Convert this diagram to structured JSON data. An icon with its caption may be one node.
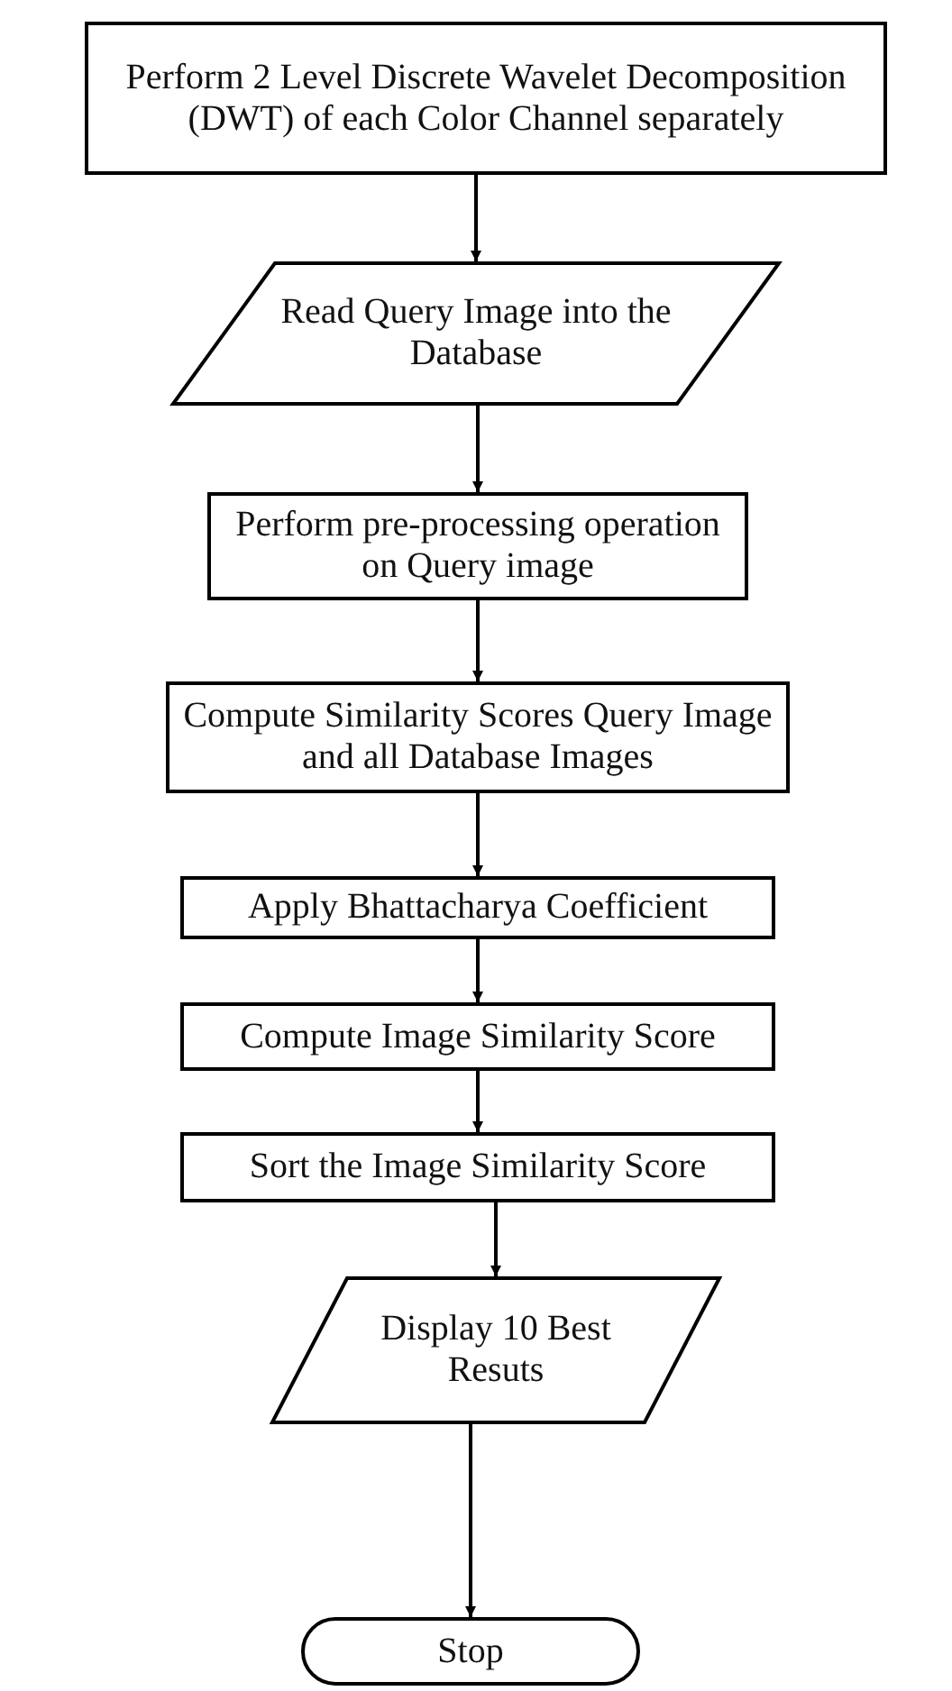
{
  "diagram": {
    "nodes": [
      {
        "text": [
          "Perform 2 Level Discrete Wavelet Decomposition (DWT) of each Color Channel separately"
        ]
      },
      {
        "text": [
          "Read Query Image into the Database"
        ]
      },
      {
        "text": [
          "Perform pre-processing operation on Query image"
        ]
      },
      {
        "text": [
          "Compute Similarity Scores Query Image and all Database Images"
        ]
      },
      {
        "text": [
          "Apply Bhattacharya Coefficient"
        ]
      },
      {
        "text": [
          "Compute Image Similarity Score"
        ]
      },
      {
        "text": [
          "Sort the Image Similarity Score"
        ]
      },
      {
        "text": [
          "Display 10 Best Resuts"
        ]
      },
      {
        "text": [
          "Stop"
        ]
      }
    ],
    "edges": [
      {
        "from": 0,
        "to": 1,
        "arrow": "to"
      },
      {
        "from": 1,
        "to": 2,
        "arrow": "to"
      },
      {
        "from": 2,
        "to": 3,
        "arrow": "to"
      },
      {
        "from": 3,
        "to": 4,
        "arrow": "to"
      },
      {
        "from": 4,
        "to": 5,
        "arrow": "to"
      },
      {
        "from": 5,
        "to": 6,
        "arrow": "to"
      },
      {
        "from": 6,
        "to": 7,
        "arrow": "to"
      },
      {
        "from": 7,
        "to": 8,
        "arrow": "to"
      }
    ]
  }
}
